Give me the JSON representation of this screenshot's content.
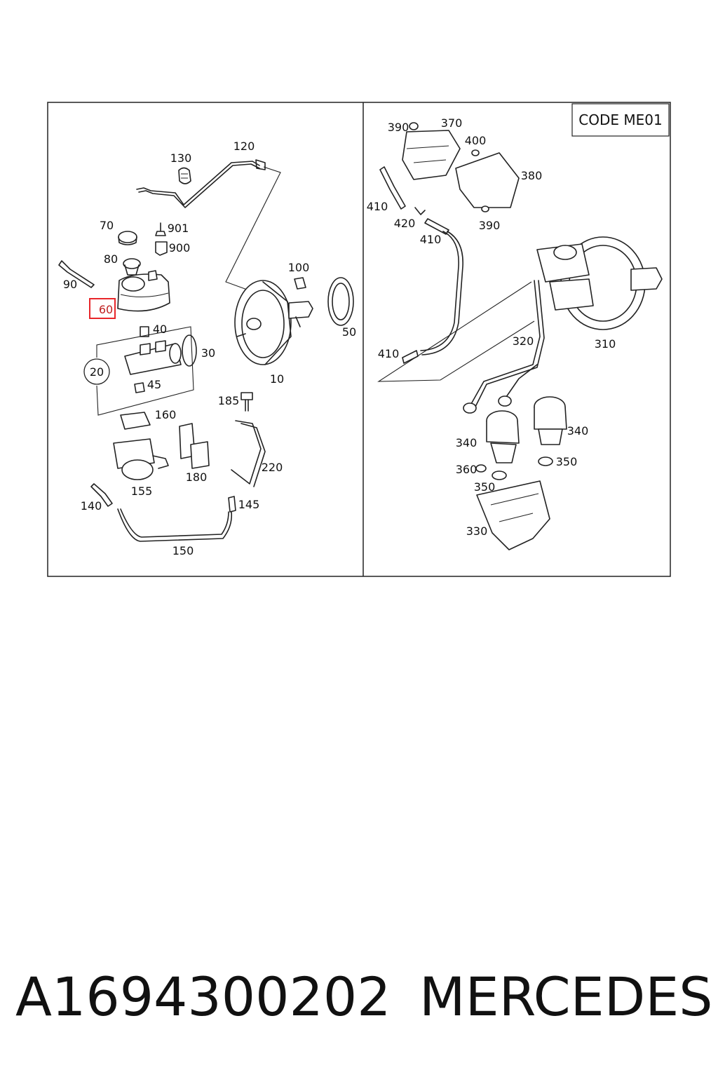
{
  "diagram": {
    "code_box": "CODE ME01",
    "highlighted_callout": "60",
    "left_panel_callouts": [
      "130",
      "120",
      "70",
      "901",
      "900",
      "80",
      "90",
      "60",
      "100",
      "50",
      "10",
      "40",
      "30",
      "20",
      "45",
      "185",
      "160",
      "180",
      "220",
      "155",
      "140",
      "145",
      "150"
    ],
    "right_panel_callouts": [
      "390",
      "370",
      "400",
      "380",
      "410",
      "420",
      "390",
      "410",
      "410",
      "320",
      "310",
      "340",
      "340",
      "360",
      "350",
      "350",
      "330"
    ]
  },
  "footer": {
    "part_number": "A1694300202",
    "brand": "MERCEDES"
  },
  "colors": {
    "highlight": "#e8262a",
    "line": "#222222"
  }
}
